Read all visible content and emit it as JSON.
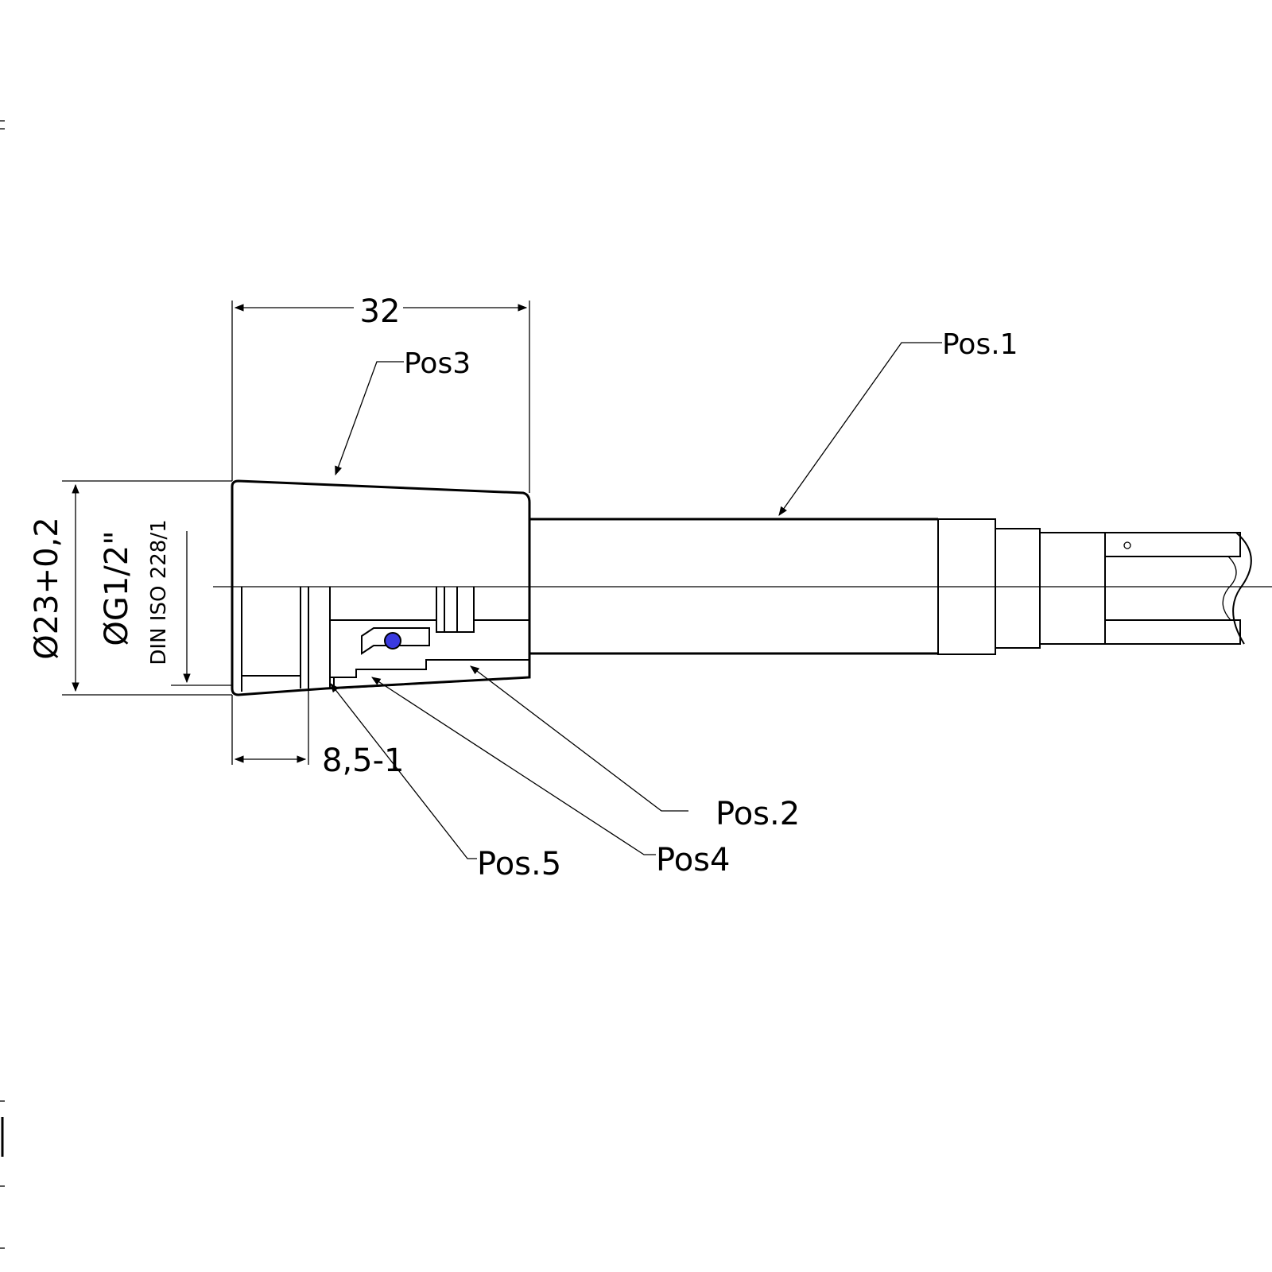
{
  "dimensions": {
    "length": "32",
    "diameter": "Ø23+0,2",
    "thread": "ØG1/2\"",
    "standard": "DIN ISO 228/1",
    "depth": "8,5-1"
  },
  "positions": {
    "pos1": "Pos.1",
    "pos2": "Pos.2",
    "pos3": "Pos3",
    "pos4": "Pos4",
    "pos5": "Pos.5"
  },
  "colors": {
    "line": "#000000",
    "background": "#ffffff",
    "oring": "#3a3ae0"
  }
}
